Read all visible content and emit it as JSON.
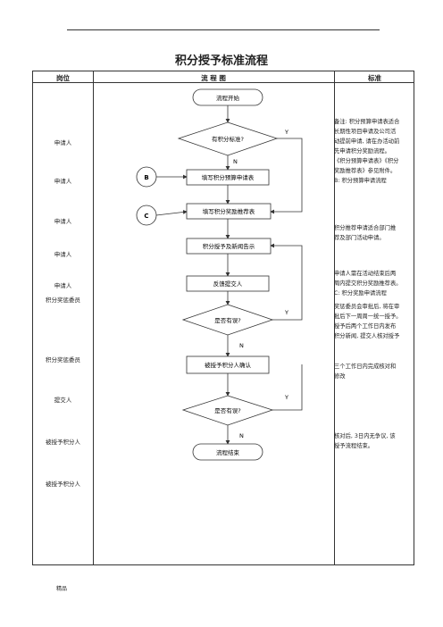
{
  "page": {
    "title": "积分授予标准流程",
    "footer": "精品"
  },
  "table": {
    "headers": [
      "岗位",
      "流  程  图",
      "标准"
    ],
    "roles": [
      "申请人",
      "申请人",
      "申请人",
      "申请人",
      "申请人",
      "积分奖惩委员",
      "积分奖惩委员",
      "提交人",
      "被授予积分人",
      "被授予积分人"
    ]
  },
  "flowchart": {
    "start": "流程开始",
    "decision1": "有积分标准?",
    "step1": "填写积分预算申请表",
    "step2": "填写积分奖励推荐表",
    "step3": "积分授予及新闻告示",
    "step4": "反馈提交人",
    "decision2": "是否有误?",
    "step5": "被授予积分人确认",
    "decision3": "是否有误?",
    "end": "流程结束",
    "connector_b": "B",
    "connector_c": "C",
    "yes": "Y",
    "no": "N"
  },
  "standards": {
    "block1": [
      "备注: 积分预算申请表适合",
      "长期性项目申请及公司活",
      "动提前申请, 请在办活动前",
      "先申请积分奖励流程。",
      "《积分预算申请表》《积分",
      "奖励推荐表》参见附件。",
      "B: 积分预算申请流程"
    ],
    "block2": [
      "积分推荐申请适合部门推",
      "荐及部门活动申请。"
    ],
    "block3": [
      "申请人需在活动结束后两",
      "周内提交积分奖励推荐表。",
      "C: 积分奖励申请流程"
    ],
    "block4": [
      "奖惩委员会审批后, 将在审",
      "批后下一周周一统一授予。",
      "授予后两个工作日内发布",
      "积分新闻, 提交人核对授予"
    ],
    "block5": [
      "三个工作日内完成核对和",
      "修改"
    ],
    "block6": [
      "核对后, 3日内无争议, 该",
      "授予流程结束。"
    ]
  }
}
